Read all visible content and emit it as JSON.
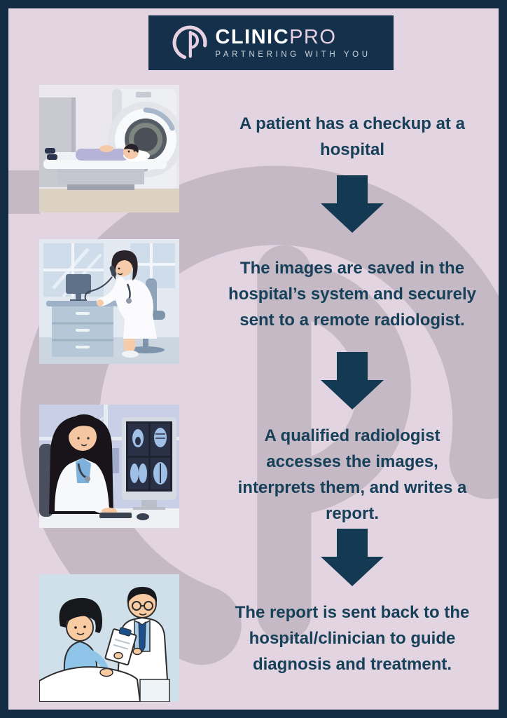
{
  "brand": {
    "name_primary": "CLINIC",
    "name_secondary": "PRO",
    "tagline": "PARTNERING WITH YOU"
  },
  "colors": {
    "background_pink": "#e3d4e2",
    "frame_navy": "#132c43",
    "logo_box_navy": "#14304a",
    "text_navy": "#174059",
    "arrow_navy": "#143953",
    "logo_pink": "#e6d0e2",
    "watermark_grey": "#c4b9c5"
  },
  "icons": {
    "logo_mark": "clinicpro-p-ring-monogram",
    "watermark": "clinicpro-p-ring-monogram-large",
    "flow_arrow": "down-arrow"
  },
  "steps": [
    {
      "illustration": "patient lying in CT/MRI scanner",
      "lines": [
        "A patient has a checkup at a",
        "hospital"
      ]
    },
    {
      "illustration": "hospital staff on phone at computer desk",
      "lines": [
        "The images are saved in the",
        "hospital’s system and securely",
        "sent to a remote radiologist."
      ]
    },
    {
      "illustration": "radiologist reviewing scan images on monitor",
      "lines": [
        "A qualified radiologist",
        "accesses the images,",
        "interprets them, and writes a",
        "report."
      ]
    },
    {
      "illustration": "doctor with clipboard talking to young patient in bed",
      "lines": [
        "The report is sent back to the",
        "hospital/clinician to guide",
        "diagnosis and treatment."
      ]
    }
  ]
}
